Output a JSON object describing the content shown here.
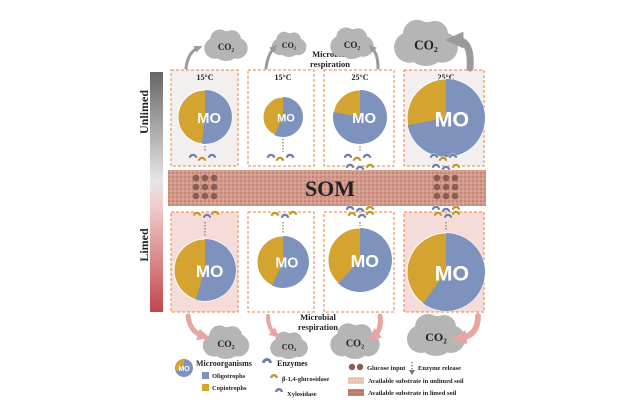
{
  "colors": {
    "oligotrophs": "#7d93bd",
    "copiotrophs": "#d4a330",
    "som_band": "#c98a78",
    "unlimed_bar_top": "#666666",
    "limed_bar_bottom": "#c0474c",
    "panel_border": "#e8823e",
    "limed_panel_fill": "#f6dcd8",
    "cloud": "#b5b5b5",
    "arrow_unlimed": "#9a9a9a",
    "arrow_limed": "#e7a6a0",
    "enzyme_glucosidase": "#c4962a",
    "enzyme_xylosidase": "#6f7fa8",
    "glucose": "#8c5d55"
  },
  "labels": {
    "som": "SOM",
    "unlimed": "Unlimed",
    "limed": "Limed",
    "microbial_respiration_top": [
      "Microbial",
      "respiration"
    ],
    "microbial_respiration_bottom": [
      "Microbial",
      "respiration"
    ],
    "co2": "CO₂",
    "mo": "MO"
  },
  "top_panels": [
    {
      "temp": "15°C",
      "oligotrophs_frac": 0.52,
      "shaded": true
    },
    {
      "temp": "15°C",
      "oligotrophs_frac": 0.57,
      "shaded": false
    },
    {
      "temp": "25°C",
      "oligotrophs_frac": 0.78,
      "shaded": false
    },
    {
      "temp": "25°C",
      "oligotrophs_frac": 0.72,
      "shaded": true
    }
  ],
  "bottom_panels": [
    {
      "oligotrophs_frac": 0.55,
      "shaded": true
    },
    {
      "oligotrophs_frac": 0.57,
      "shaded": false
    },
    {
      "oligotrophs_frac": 0.62,
      "shaded": false
    },
    {
      "oligotrophs_frac": 0.6,
      "shaded": true
    }
  ],
  "legend": {
    "microorganisms": "Microorganisms",
    "oligotrophs": "Oligotrophs",
    "copiotrophs": "Copiotrophs",
    "enzymes": "Enzymes",
    "glucosidase": "β-1,4-glucosidase",
    "xylosidase": "Xylosidase",
    "glucose_input": "Glucose input",
    "enzyme_release": "Enzyme release",
    "available_unlimed": "Available substrate in unlimed soil",
    "available_limed": "Available substrate in limed soil"
  }
}
